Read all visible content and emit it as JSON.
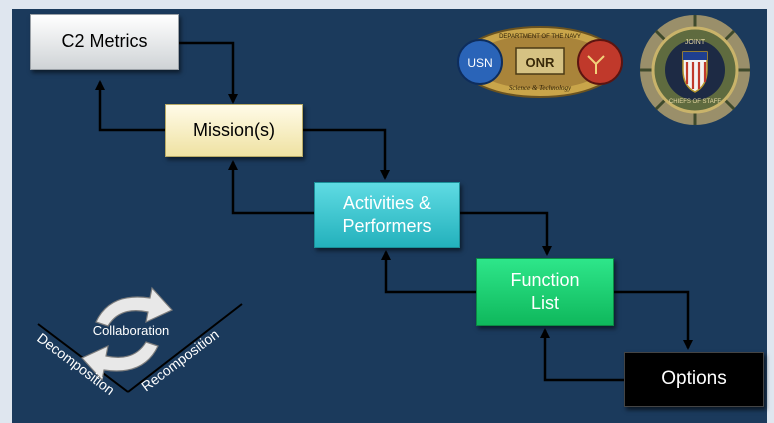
{
  "nodes": {
    "c2_metrics": "C2 Metrics",
    "missions": "Mission(s)",
    "activities_line1": "Activities &",
    "activities_line2": "Performers",
    "function_line1": "Function",
    "function_line2": "List",
    "options": "Options"
  },
  "process": {
    "center": "Collaboration",
    "left": "Decomposition",
    "right": "Recomposition"
  },
  "seals": {
    "onr": {
      "top_text": "DEPARTMENT OF THE NAVY",
      "left": "USN",
      "center": "ONR",
      "bottom_text": "Science & Technology"
    },
    "jcs": {
      "top_text": "JOINT",
      "bottom_text": "CHIEFS OF STAFF"
    }
  },
  "colors": {
    "background": "#1b3a5c",
    "c2_metrics": "#e9ebec",
    "missions": "#f8efc4",
    "activities": "#3fc7d0",
    "function": "#16d070",
    "options": "#000000"
  }
}
